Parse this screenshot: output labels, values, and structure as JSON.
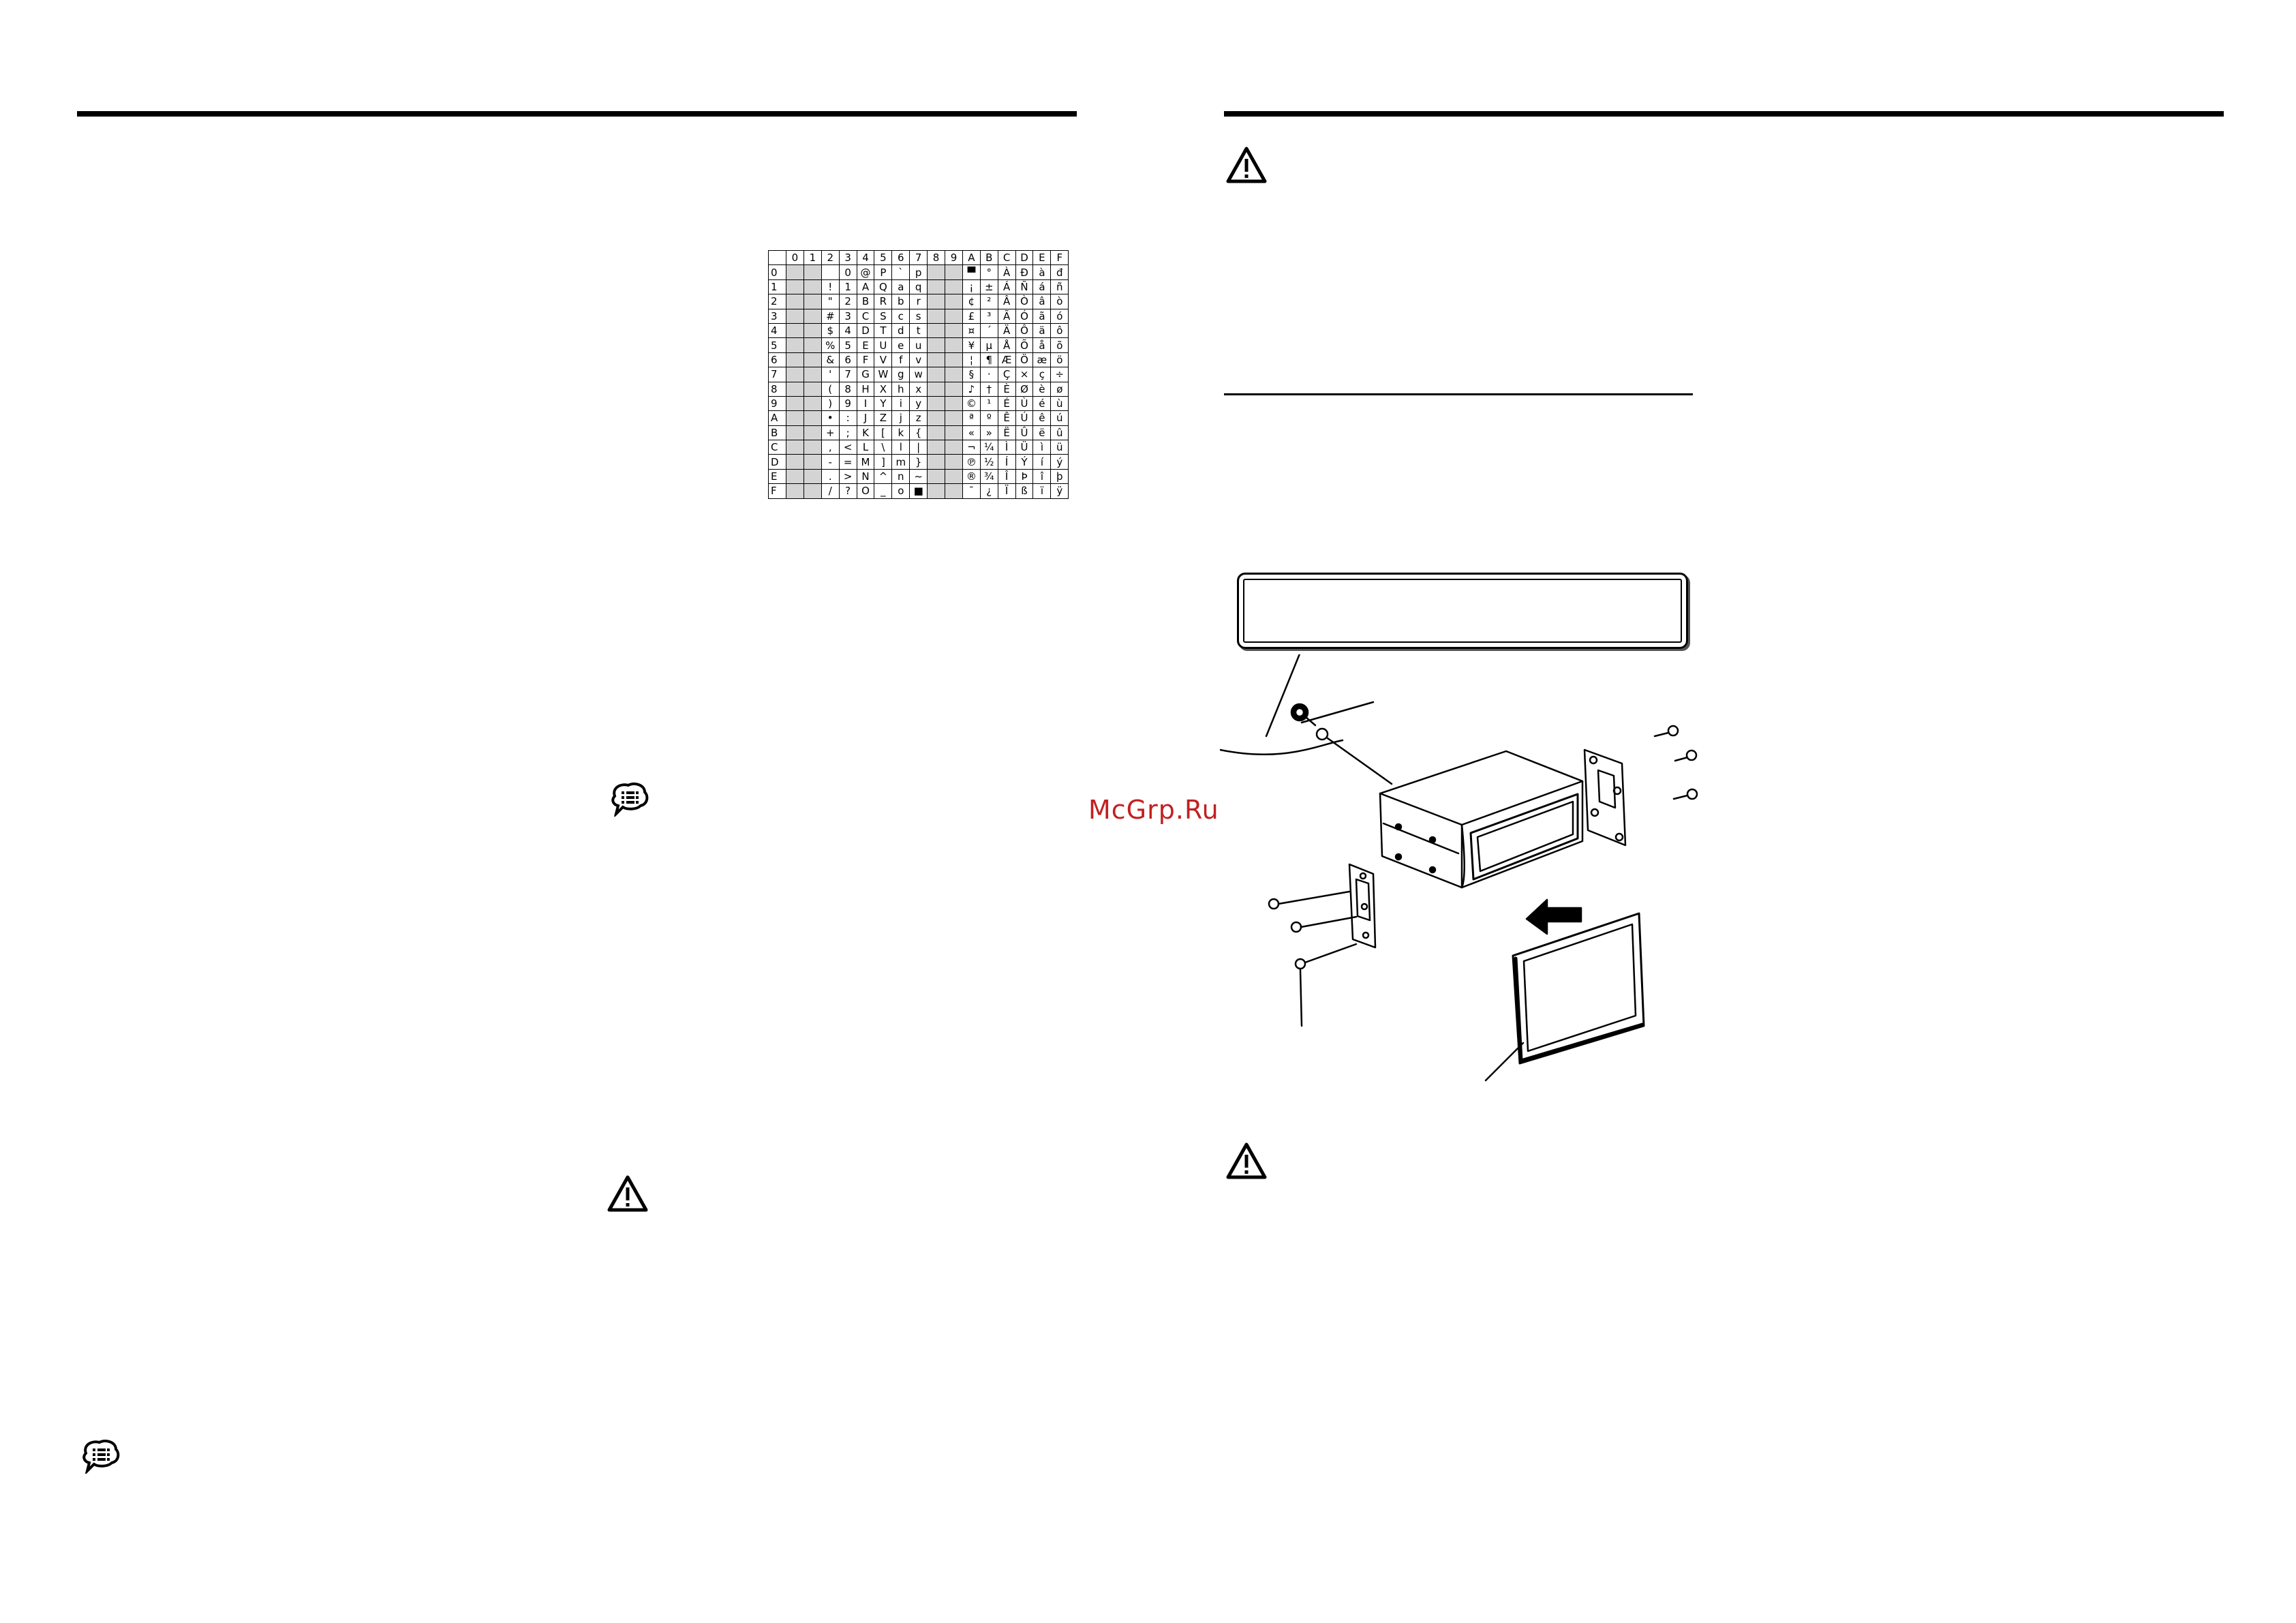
{
  "watermark": "McGrp.Ru",
  "char_table": {
    "column_headers": [
      "",
      "0",
      "1",
      "2",
      "3",
      "4",
      "5",
      "6",
      "7",
      "8",
      "9",
      "A",
      "B",
      "C",
      "D",
      "E",
      "F"
    ],
    "rows": [
      {
        "label": "0",
        "cells": [
          "",
          "",
          "",
          "0",
          "@",
          "P",
          "`",
          "p",
          "",
          "",
          "▀",
          "°",
          "À",
          "Ð",
          "à",
          "đ"
        ]
      },
      {
        "label": "1",
        "cells": [
          "",
          "",
          "!",
          "1",
          "A",
          "Q",
          "a",
          "q",
          "",
          "",
          "¡",
          "±",
          "Á",
          "Ñ",
          "á",
          "ñ"
        ]
      },
      {
        "label": "2",
        "cells": [
          "",
          "",
          "\"",
          "2",
          "B",
          "R",
          "b",
          "r",
          "",
          "",
          "¢",
          "²",
          "Â",
          "Ò",
          "â",
          "ò"
        ]
      },
      {
        "label": "3",
        "cells": [
          "",
          "",
          "#",
          "3",
          "C",
          "S",
          "c",
          "s",
          "",
          "",
          "£",
          "³",
          "Ã",
          "Ó",
          "ã",
          "ó"
        ]
      },
      {
        "label": "4",
        "cells": [
          "",
          "",
          "$",
          "4",
          "D",
          "T",
          "d",
          "t",
          "",
          "",
          "¤",
          "´",
          "Ä",
          "Ô",
          "ä",
          "ô"
        ]
      },
      {
        "label": "5",
        "cells": [
          "",
          "",
          "%",
          "5",
          "E",
          "U",
          "e",
          "u",
          "",
          "",
          "¥",
          "µ",
          "Å",
          "Õ",
          "å",
          "õ"
        ]
      },
      {
        "label": "6",
        "cells": [
          "",
          "",
          "&",
          "6",
          "F",
          "V",
          "f",
          "v",
          "",
          "",
          "¦",
          "¶",
          "Æ",
          "Ö",
          "æ",
          "ö"
        ]
      },
      {
        "label": "7",
        "cells": [
          "",
          "",
          "'",
          "7",
          "G",
          "W",
          "g",
          "w",
          "",
          "",
          "§",
          "·",
          "Ç",
          "×",
          "ç",
          "÷"
        ]
      },
      {
        "label": "8",
        "cells": [
          "",
          "",
          "(",
          "8",
          "H",
          "X",
          "h",
          "x",
          "",
          "",
          "♪",
          "†",
          "È",
          "Ø",
          "è",
          "ø"
        ]
      },
      {
        "label": "9",
        "cells": [
          "",
          "",
          ")",
          "9",
          "I",
          "Y",
          "i",
          "y",
          "",
          "",
          "©",
          "¹",
          "É",
          "Ù",
          "é",
          "ù"
        ]
      },
      {
        "label": "A",
        "cells": [
          "",
          "",
          "•",
          ":",
          "J",
          "Z",
          "j",
          "z",
          "",
          "",
          "ª",
          "º",
          "Ê",
          "Ú",
          "ê",
          "ú"
        ]
      },
      {
        "label": "B",
        "cells": [
          "",
          "",
          "+",
          ";",
          "K",
          "[",
          "k",
          "{",
          "",
          "",
          "«",
          "»",
          "Ë",
          "Û",
          "ë",
          "û"
        ]
      },
      {
        "label": "C",
        "cells": [
          "",
          "",
          ",",
          "<",
          "L",
          "\\",
          "l",
          "|",
          "",
          "",
          "¬",
          "¼",
          "Ì",
          "Ü",
          "ì",
          "ü"
        ]
      },
      {
        "label": "D",
        "cells": [
          "",
          "",
          "-",
          "=",
          "M",
          "]",
          "m",
          "}",
          "",
          "",
          "℗",
          "½",
          "Í",
          "Ý",
          "í",
          "ý"
        ]
      },
      {
        "label": "E",
        "cells": [
          "",
          "",
          ".",
          ">",
          "N",
          "^",
          "n",
          "~",
          "",
          "",
          "®",
          "¾",
          "Î",
          "Þ",
          "î",
          "þ"
        ]
      },
      {
        "label": "F",
        "cells": [
          "",
          "",
          "/",
          "?",
          "O",
          "_",
          "o",
          "■",
          "",
          "",
          "¯",
          "¿",
          "Ï",
          "ß",
          "ï",
          "ÿ"
        ]
      }
    ],
    "shaded_columns": [
      "0",
      "1",
      "8",
      "9"
    ]
  }
}
